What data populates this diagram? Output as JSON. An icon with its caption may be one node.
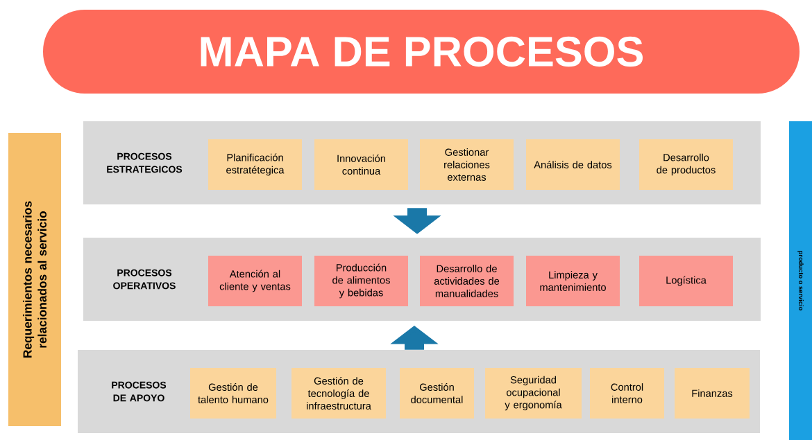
{
  "diagram": {
    "nodes": [
      {
        "text": [
          "MAPA DE PROCESOS"
        ]
      },
      {
        "text": [
          "Requerimientos necesarios relacionados al servicio"
        ]
      },
      {
        "text": [
          "PROCESOS ESTRATEGICOS"
        ]
      },
      {
        "text": [
          "Planificación estratétegica"
        ],
        "in": 2
      },
      {
        "text": [
          "Innovación continua"
        ],
        "in": 2
      },
      {
        "text": [
          "Gestionar relaciones externas"
        ],
        "in": 2
      },
      {
        "text": [
          "Análisis de datos"
        ],
        "in": 2
      },
      {
        "text": [
          "Desarrollo de productos"
        ],
        "in": 2
      },
      {
        "text": [
          "PROCESOS OPERATIVOS"
        ]
      },
      {
        "text": [
          "Atención al cliente y ventas"
        ],
        "in": 8
      },
      {
        "text": [
          "Producción de alimentos y bebidas"
        ],
        "in": 8
      },
      {
        "text": [
          "Desarrollo de actividades de manualidades"
        ],
        "in": 8
      },
      {
        "text": [
          "Limpieza y mantenimiento"
        ],
        "in": 8
      },
      {
        "text": [
          "Logística"
        ],
        "in": 8
      },
      {
        "text": [
          "PROCESOS DE APOYO"
        ]
      },
      {
        "text": [
          "Gestión de talento humano"
        ],
        "in": 14
      },
      {
        "text": [
          "Gestión de tecnología de infraestructura"
        ],
        "in": 14
      },
      {
        "text": [
          "Gestión documental"
        ],
        "in": 14
      },
      {
        "text": [
          "Seguridad ocupacional y ergonomía"
        ],
        "in": 14
      },
      {
        "text": [
          "Control interno"
        ],
        "in": 14
      },
      {
        "text": [
          "Finanzas"
        ],
        "in": 14
      },
      {
        "text": [
          "producto o servicio"
        ]
      }
    ],
    "edges": [
      {
        "from": 2,
        "to": 8,
        "arrow": "to"
      },
      {
        "from": 14,
        "to": 8,
        "arrow": "to"
      }
    ]
  }
}
